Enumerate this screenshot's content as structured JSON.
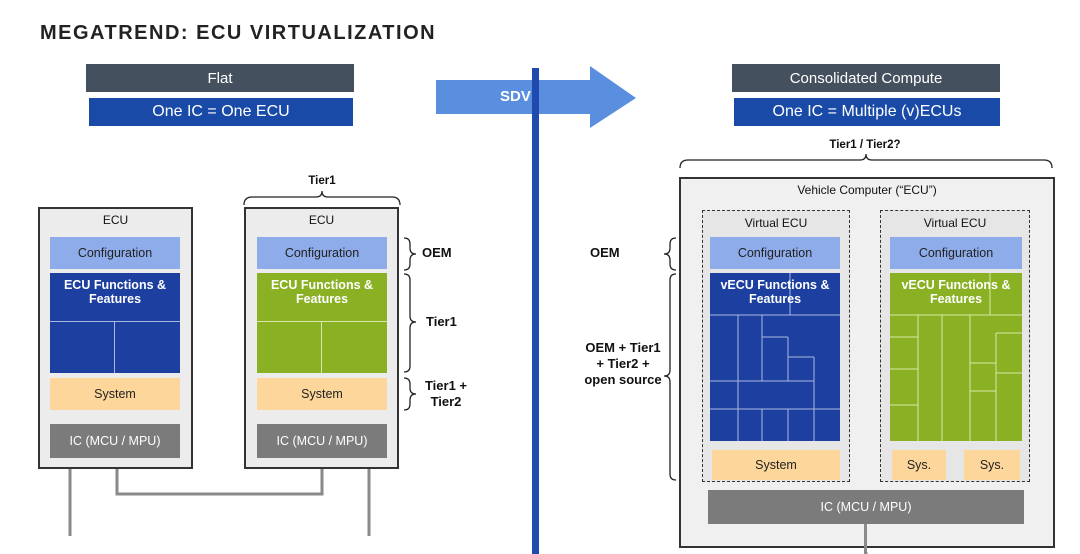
{
  "title": "MEGATREND: ECU VIRTUALIZATION",
  "left": {
    "heading": "Flat",
    "subheading": "One IC = One ECU",
    "tier_label": "Tier1",
    "ecu_a": {
      "label": "ECU",
      "configuration": "Configuration",
      "features": "ECU Functions & Features",
      "system": "System",
      "ic": "IC (MCU / MPU)"
    },
    "ecu_b": {
      "label": "ECU",
      "configuration": "Configuration",
      "features": "ECU Functions & Features",
      "system": "System",
      "ic": "IC (MCU / MPU)"
    },
    "brace_labels": {
      "oem": "OEM",
      "tier1": "Tier1",
      "tier1_tier2": "Tier1 + Tier2"
    }
  },
  "arrow": {
    "label": "SDV"
  },
  "right": {
    "heading": "Consolidated Compute",
    "subheading": "One IC = Multiple (v)ECUs",
    "tier_label": "Tier1 / Tier2?",
    "vehicle_computer": "Vehicle Computer (“ECU”)",
    "vecu_a": {
      "label": "Virtual ECU",
      "configuration": "Configuration",
      "features": "vECU Functions & Features",
      "system": "System"
    },
    "vecu_b": {
      "label": "Virtual ECU",
      "configuration": "Configuration",
      "features": "vECU Functions & Features",
      "sys1": "Sys.",
      "sys2": "Sys."
    },
    "ic": "IC (MCU / MPU)",
    "brace_labels": {
      "oem": "OEM",
      "mixed": "OEM + Tier1 + Tier2 + open source"
    }
  },
  "colors": {
    "dark_header": "#44505e",
    "blue_header": "#1a4aa8",
    "config": "#8eacea",
    "features_blue": "#1c3fa0",
    "features_green": "#8ab124",
    "system": "#fdd69b",
    "ic": "#7b7b7b",
    "arrow": "#5a8fe0",
    "divider": "#1f4bb0"
  }
}
